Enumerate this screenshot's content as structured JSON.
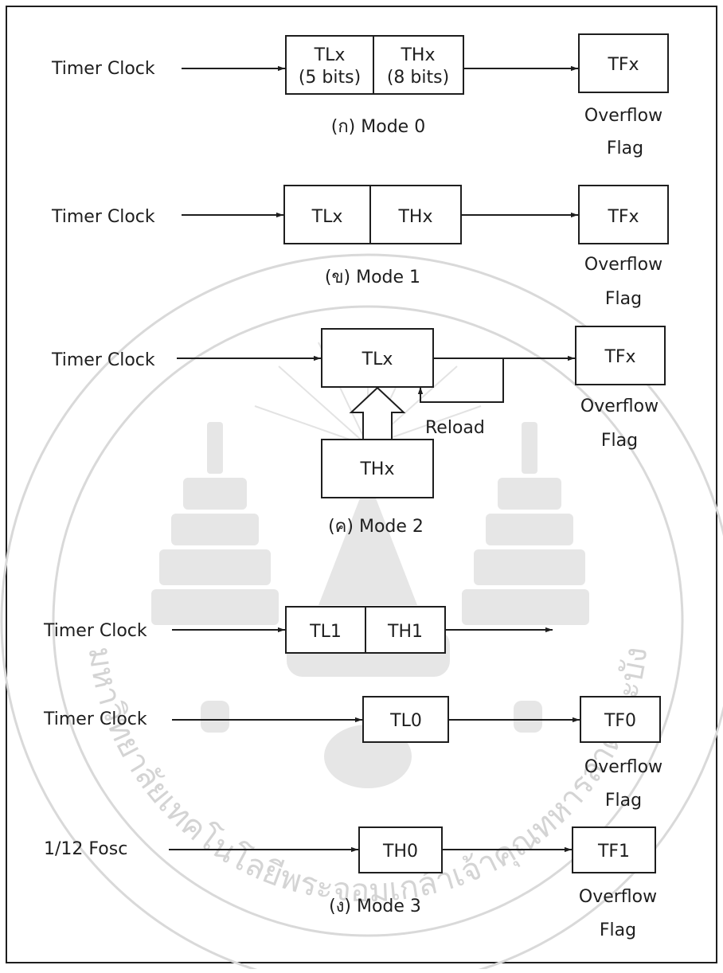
{
  "watermark": {
    "seal_text": "มหาวิทยาลัยเทคโนโลยีพระจอมเกล้าเจ้าคุณทหารลาดกระบัง"
  },
  "mode0": {
    "input": "Timer Clock",
    "tl": "TLx",
    "tl_bits": "(5 bits)",
    "th": "THx",
    "th_bits": "(8 bits)",
    "flag": "TFx",
    "flag_caption_1": "Overflow",
    "flag_caption_2": "Flag",
    "caption": "(ก) Mode 0"
  },
  "mode1": {
    "input": "Timer Clock",
    "tl": "TLx",
    "th": "THx",
    "flag": "TFx",
    "flag_caption_1": "Overflow",
    "flag_caption_2": "Flag",
    "caption": "(ข) Mode 1"
  },
  "mode2": {
    "input": "Timer Clock",
    "tl": "TLx",
    "th": "THx",
    "reload": "Reload",
    "flag": "TFx",
    "flag_caption_1": "Overflow",
    "flag_caption_2": "Flag",
    "caption": "(ค) Mode 2"
  },
  "mode3": {
    "row1_input": "Timer Clock",
    "row1_tl": "TL1",
    "row1_th": "TH1",
    "row2_input": "Timer Clock",
    "row2_box": "TL0",
    "row2_flag": "TF0",
    "row2_flag_caption_1": "Overflow",
    "row2_flag_caption_2": "Flag",
    "row3_input": "1/12 Fosc",
    "row3_box": "TH0",
    "row3_flag": "TF1",
    "row3_flag_caption_1": "Overflow",
    "row3_flag_caption_2": "Flag",
    "caption": "(ง) Mode 3"
  }
}
